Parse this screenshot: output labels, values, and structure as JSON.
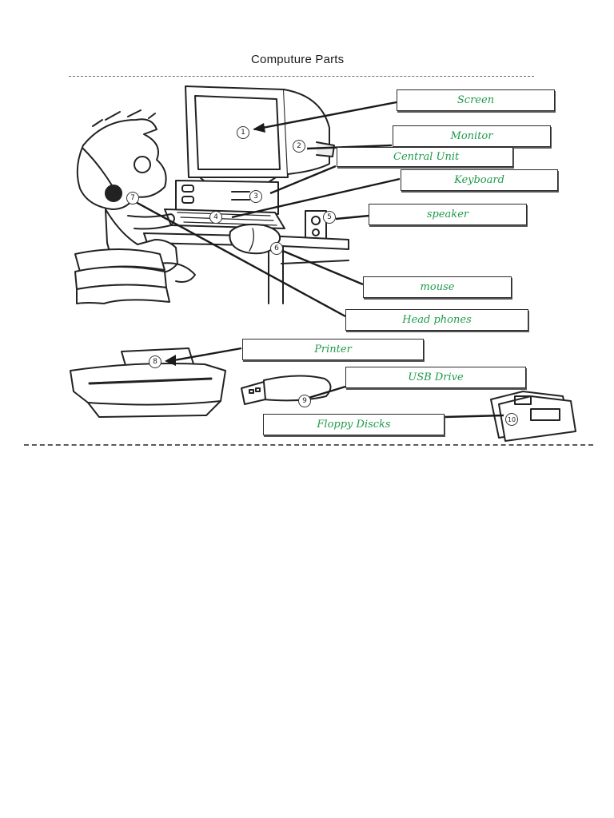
{
  "title": "Computure Parts",
  "labels": {
    "screen": "Screen",
    "monitor": "Monitor",
    "central_unit": "Central Unit",
    "keyboard": "Keyboard",
    "speaker": "speaker",
    "mouse": "mouse",
    "head_phones": "Head phones",
    "printer": "Printer",
    "usb_drive": "USB Drive",
    "floppy_disks": "Floppy Discks"
  },
  "numbers": [
    "1",
    "2",
    "3",
    "4",
    "5",
    "6",
    "7",
    "8",
    "9",
    "10"
  ],
  "colors": {
    "label_text": "#1f9b4a",
    "ink": "#222222"
  }
}
